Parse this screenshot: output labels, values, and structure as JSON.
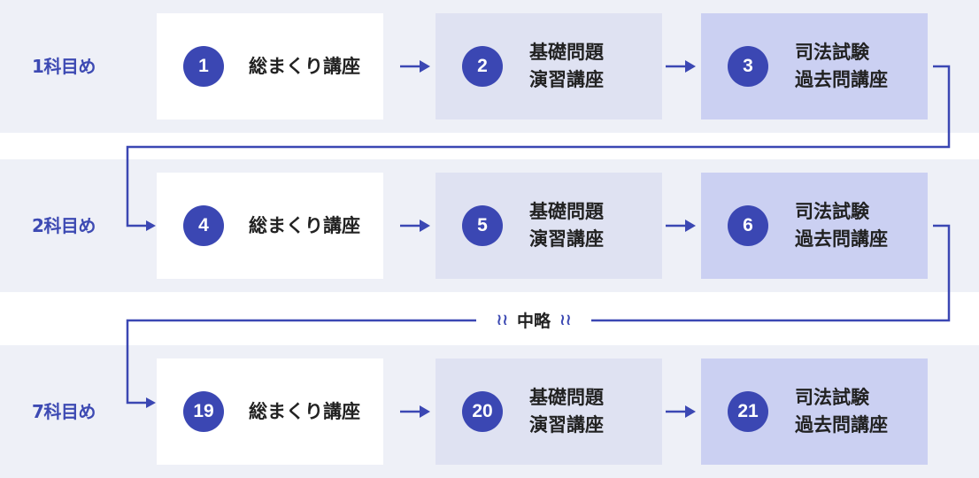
{
  "rows": [
    {
      "label": "1科目め",
      "steps": [
        {
          "num": "1",
          "line1": "総まくり講座",
          "line2": ""
        },
        {
          "num": "2",
          "line1": "基礎問題",
          "line2": "演習講座"
        },
        {
          "num": "3",
          "line1": "司法試験",
          "line2": "過去問講座"
        }
      ]
    },
    {
      "label": "2科目め",
      "steps": [
        {
          "num": "4",
          "line1": "総まくり講座",
          "line2": ""
        },
        {
          "num": "5",
          "line1": "基礎問題",
          "line2": "演習講座"
        },
        {
          "num": "6",
          "line1": "司法試験",
          "line2": "過去問講座"
        }
      ]
    },
    {
      "label": "7科目め",
      "steps": [
        {
          "num": "19",
          "line1": "総まくり講座",
          "line2": ""
        },
        {
          "num": "20",
          "line1": "基礎問題",
          "line2": "演習講座"
        },
        {
          "num": "21",
          "line1": "司法試験",
          "line2": "過去問講座"
        }
      ]
    }
  ],
  "omission_label": "中略",
  "colors": {
    "accent": "#3b47b3",
    "row_background": "#eef0f7",
    "box_step1": "#ffffff",
    "box_step2": "#dfe2f2",
    "box_step3": "#cbd0f2"
  }
}
